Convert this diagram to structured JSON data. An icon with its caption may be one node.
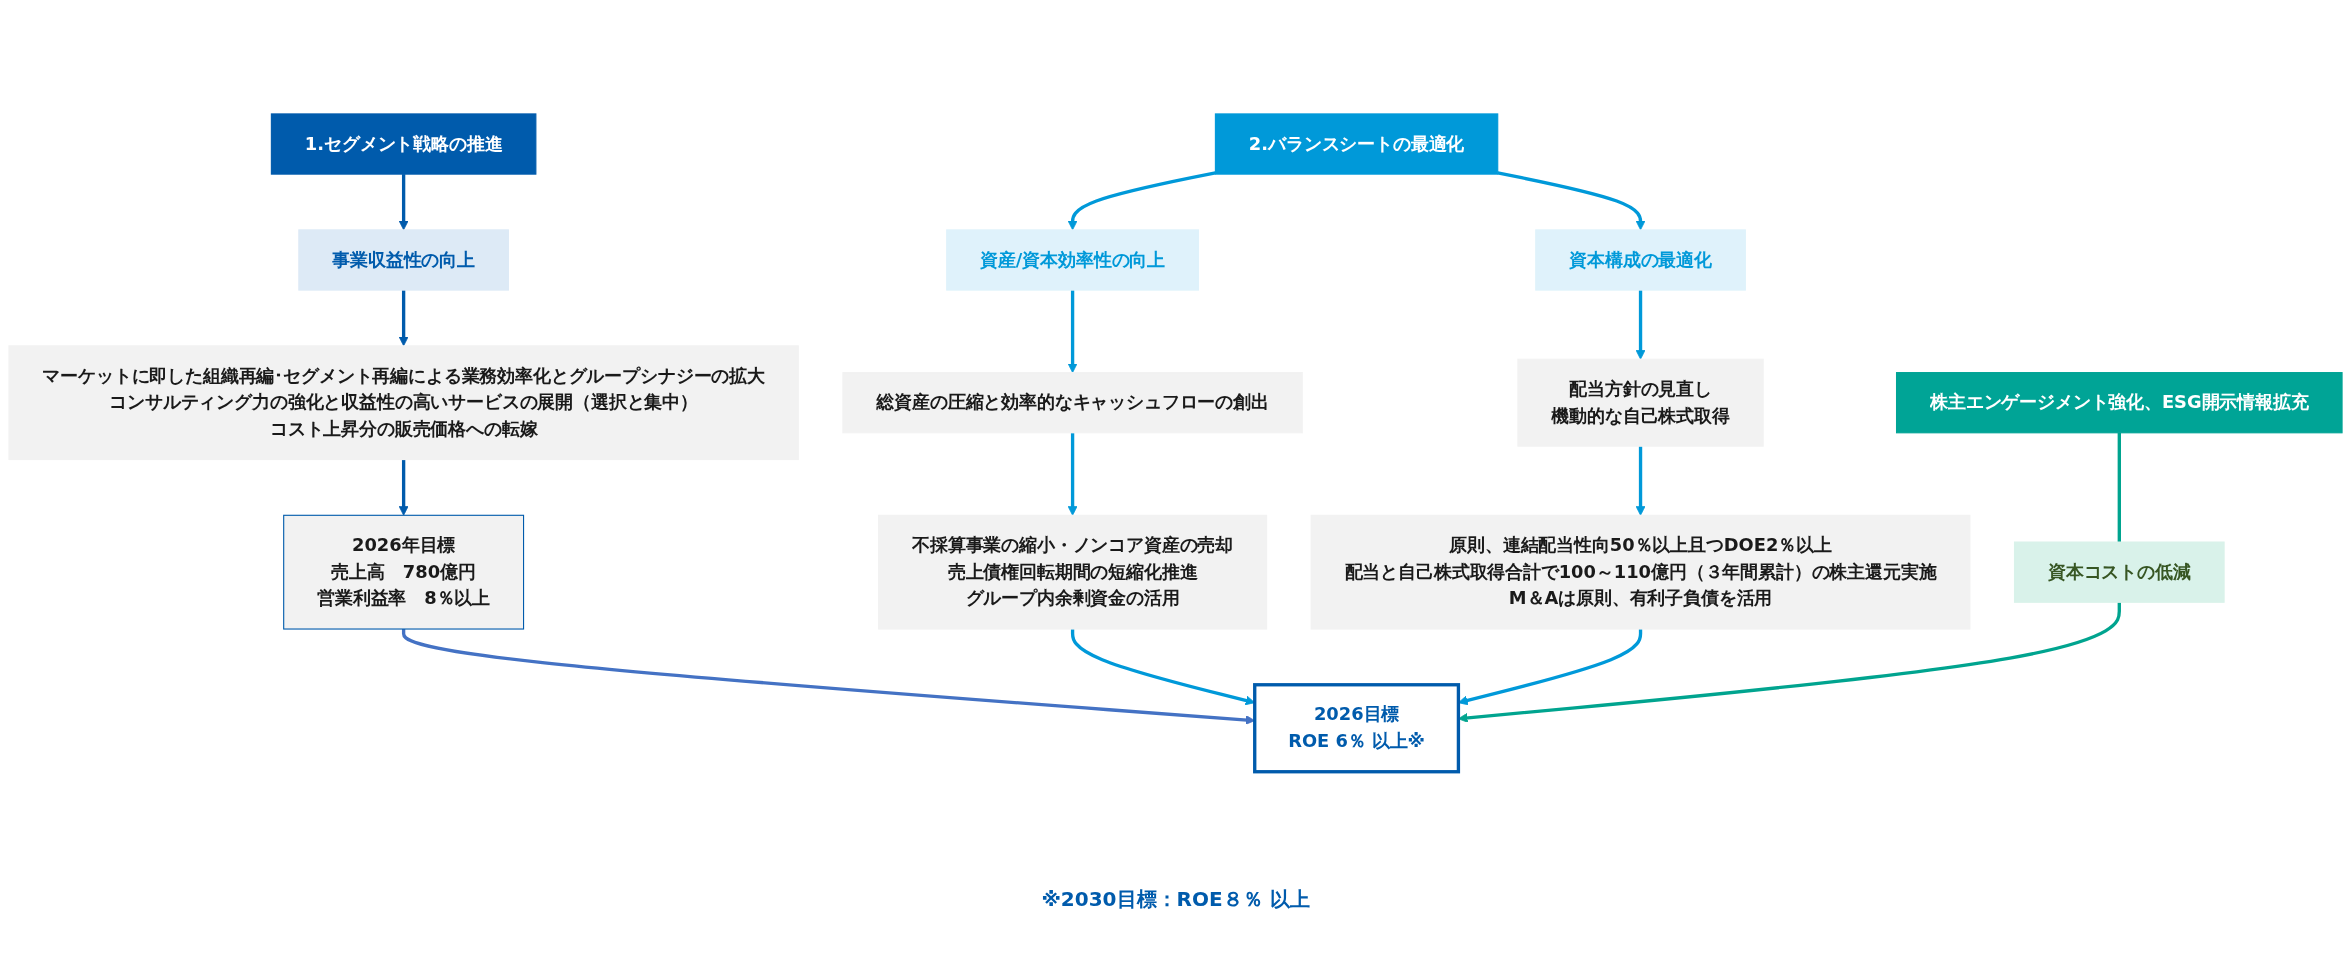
{
  "diagram": {
    "nodes": [
      {
        "text": [
          "1.セグメント戦略の推進"
        ]
      },
      {
        "text": [
          "2.バランスシートの最適化"
        ]
      },
      {
        "text": [
          "事業収益性の向上"
        ]
      },
      {
        "text": [
          "資産/資本効率性の向上"
        ]
      },
      {
        "text": [
          "資本構成の最適化"
        ]
      },
      {
        "text": [
          "マーケットに即した組織再編･セグメント再編による業務効率化とグループシナジーの拡大",
          "コンサルティング力の強化と収益性の高いサービスの展開（選択と集中）",
          "コスト上昇分の販売価格への転嫁"
        ]
      },
      {
        "text": [
          "2026年目標",
          "売上高　780億円",
          "営業利益率　8％以上"
        ]
      },
      {
        "text": [
          "総資産の圧縮と効率的なキャッシュフローの創出"
        ]
      },
      {
        "text": [
          "配当方針の見直し",
          "機動的な自己株式取得"
        ]
      },
      {
        "text": [
          "不採算事業の縮小・ノンコア資産の売却",
          "売上債権回転期間の短縮化推進",
          "グループ内余剰資金の活用"
        ]
      },
      {
        "text": [
          "原則、連結配当性向50％以上且つDOE2％以上",
          "配当と自己株式取得合計で100～110億円（３年間累計）の株主還元実施",
          "M＆Aは原則、有利子負債を活用"
        ]
      },
      {
        "text": [
          "2026目標",
          "ROE 6％ 以上※"
        ]
      },
      {
        "text": [
          "資本コストの低減"
        ]
      },
      {
        "text": [
          "株主エンゲージメント強化、ESG開示情報拡充"
        ]
      }
    ],
    "edges": [
      {
        "from": 0,
        "to": 2,
        "arrow": "to",
        "color": "#005bac"
      },
      {
        "from": 1,
        "to": 3,
        "arrow": "to"
      },
      {
        "from": 1,
        "to": 4,
        "arrow": "to"
      },
      {
        "from": 2,
        "to": 5,
        "arrow": "to",
        "color": "#005bac"
      },
      {
        "from": 5,
        "to": 6,
        "arrow": "to",
        "color": "#005bac"
      },
      {
        "from": 3,
        "to": 7,
        "arrow": "to"
      },
      {
        "from": 4,
        "to": 8,
        "arrow": "to"
      },
      {
        "from": 7,
        "to": 9,
        "arrow": "to"
      },
      {
        "from": 8,
        "to": 10,
        "arrow": "to"
      },
      {
        "from": 6,
        "to": 11,
        "arrow": "to",
        "color": "#4472c4"
      },
      {
        "from": 9,
        "to": 11,
        "arrow": "to"
      },
      {
        "from": 10,
        "to": 11,
        "arrow": "to"
      },
      {
        "from": 13,
        "to": 12,
        "arrow": "none",
        "color": "#00a48f"
      },
      {
        "from": 12,
        "to": 11,
        "arrow": "to",
        "color": "#00a48f"
      }
    ],
    "labels": [
      "※2030目標：ROE８％ 以上"
    ]
  }
}
